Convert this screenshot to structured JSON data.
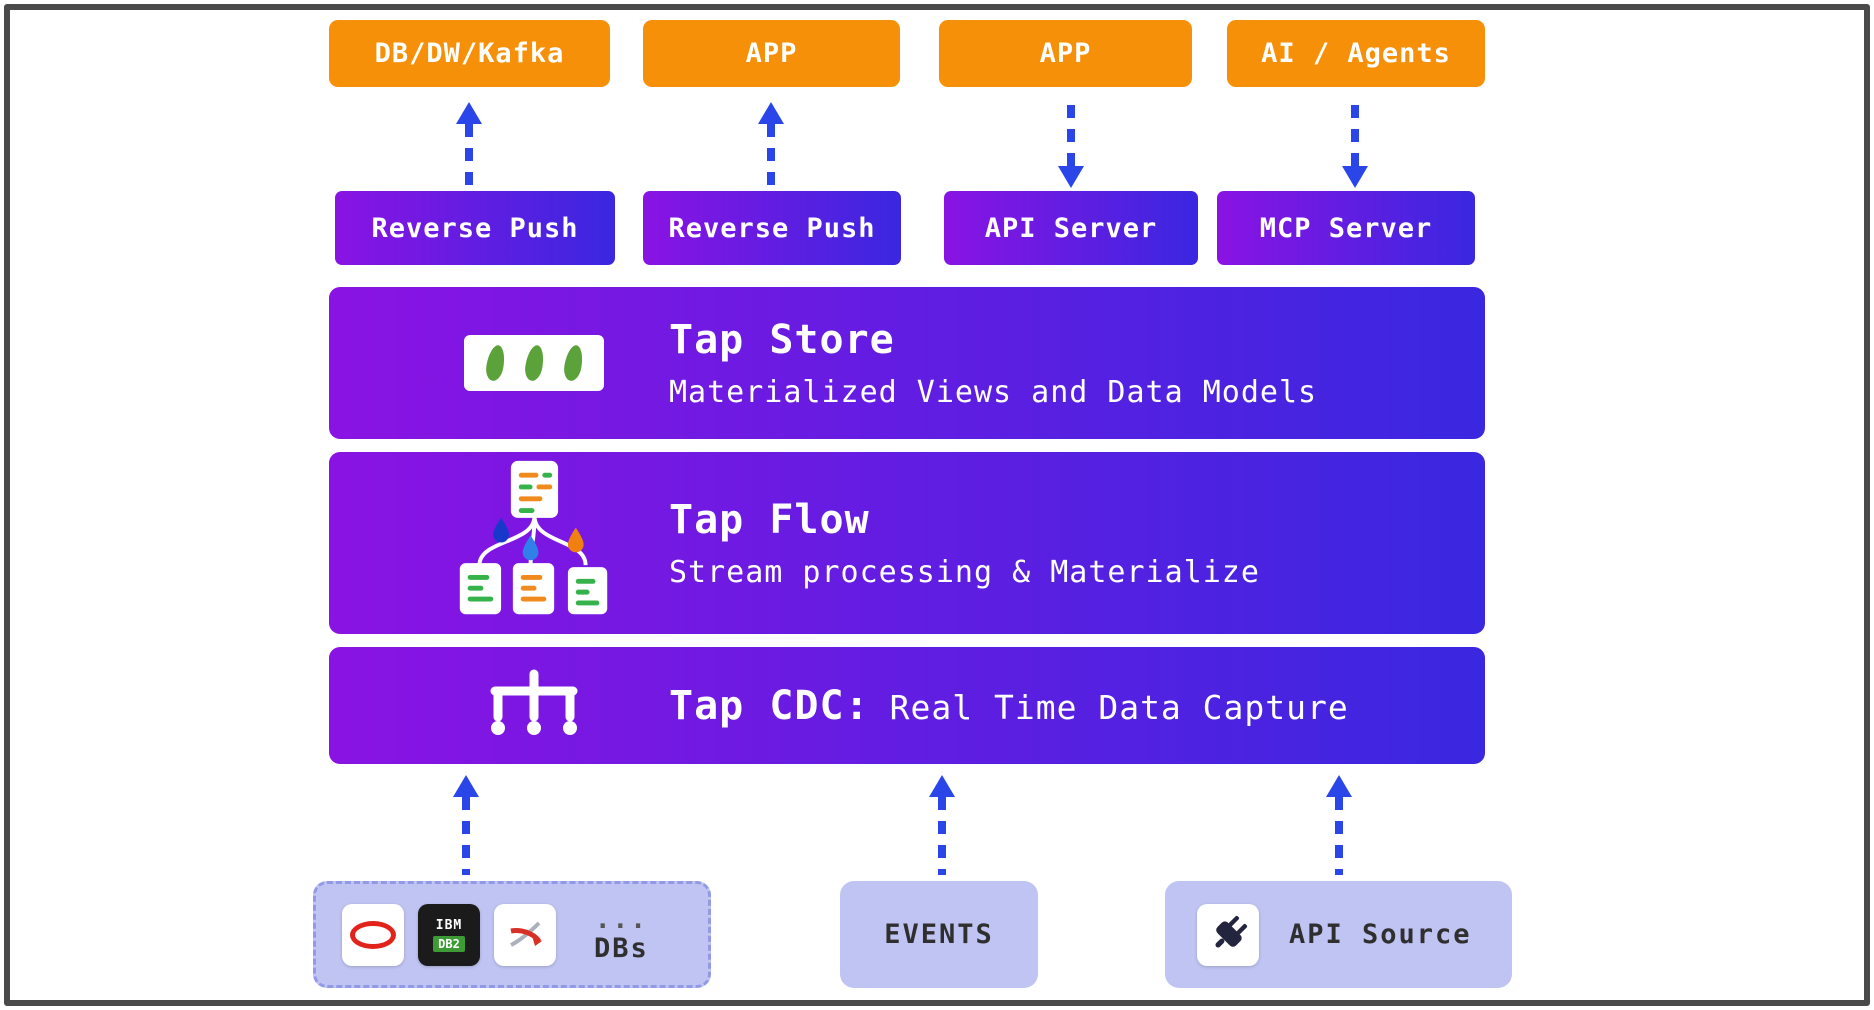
{
  "colors": {
    "orange": "#F79009",
    "gradient_left": "#8A13E3",
    "gradient_right": "#3A27E0",
    "arrow_blue": "#2A46E8",
    "lavender": "#BFC4F2",
    "frame_gray": "#4A4A4A",
    "leaf_green": "#5CA23A",
    "text_dark": "#2F2F2F"
  },
  "top_row": [
    {
      "label": "DB/DW/Kafka"
    },
    {
      "label": "APP"
    },
    {
      "label": "APP"
    },
    {
      "label": "AI / Agents"
    }
  ],
  "mid_row": [
    {
      "label": "Reverse Push"
    },
    {
      "label": "Reverse Push"
    },
    {
      "label": "API Server"
    },
    {
      "label": "MCP Server"
    }
  ],
  "layers": {
    "tap_store": {
      "title": "Tap Store",
      "subtitle": "Materialized Views and Data Models",
      "icon": "database-leaves-icon"
    },
    "tap_flow": {
      "title": "Tap Flow",
      "subtitle": "Stream processing & Materialize",
      "icon": "flow-documents-tree-icon"
    },
    "tap_cdc": {
      "title": "Tap CDC:",
      "subtitle": "Real Time Data Capture",
      "icon": "cdc-pipeline-icon"
    }
  },
  "bottom_row": {
    "dbs": {
      "label": "DBs",
      "ellipsis": "...",
      "tiles": [
        {
          "icon": "oracle-icon"
        },
        {
          "icon": "ibm-db2-icon",
          "line1": "IBM",
          "line2": "DB2"
        },
        {
          "icon": "sqlserver-icon"
        }
      ]
    },
    "events": {
      "label": "EVENTS"
    },
    "api_source": {
      "label": "API Source",
      "icon": "plug-icon"
    }
  }
}
